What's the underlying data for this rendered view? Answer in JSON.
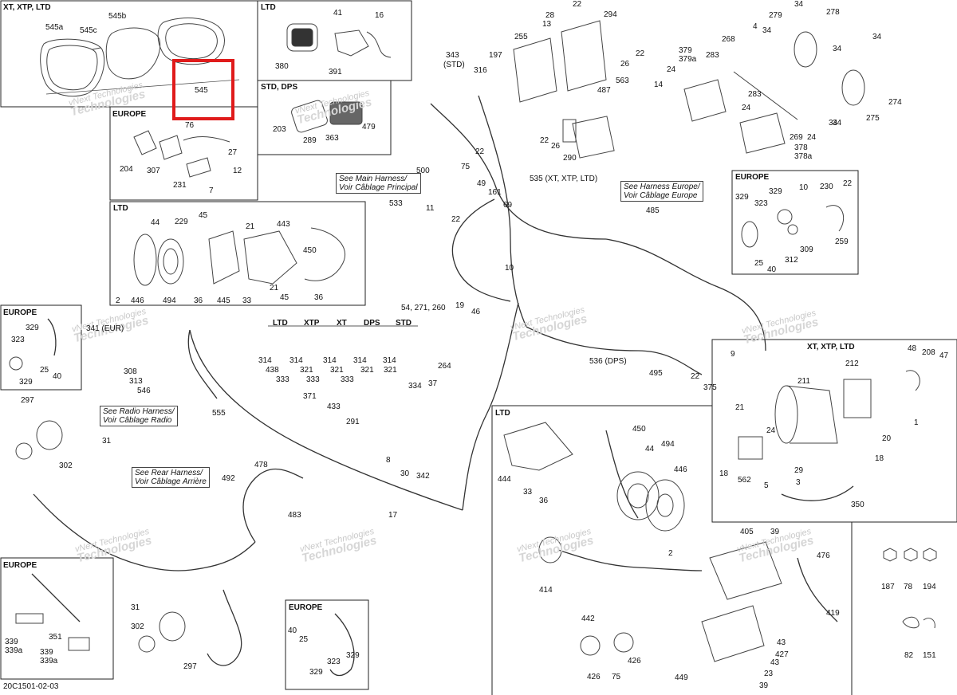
{
  "drawing_code": "20C1501-02-03",
  "highlight_color": "#e01b1b",
  "sections": [
    {
      "id": "xt-xtp-ltd-top",
      "header": "XT, XTP, LTD"
    },
    {
      "id": "ltd-top",
      "header": "LTD"
    },
    {
      "id": "std-dps",
      "header": "STD, DPS"
    },
    {
      "id": "europe-switch",
      "header": "EUROPE"
    },
    {
      "id": "ltd-speaker-left",
      "header": "LTD"
    },
    {
      "id": "europe-left",
      "header": "EUROPE"
    },
    {
      "id": "europe-right",
      "header": "EUROPE"
    },
    {
      "id": "xt-xtp-ltd-winch",
      "header": "XT, XTP, LTD"
    },
    {
      "id": "ltd-bottom",
      "header": "LTD"
    },
    {
      "id": "europe-bottom-left",
      "header": "EUROPE"
    },
    {
      "id": "europe-bottom-mid",
      "header": "EUROPE"
    }
  ],
  "variant_columns": [
    "LTD",
    "XTP",
    "XT",
    "DPS",
    "STD"
  ],
  "notes": [
    {
      "id": "main-harness",
      "lines": [
        "See Main Harness/",
        "Voir Câblage Principal"
      ]
    },
    {
      "id": "harness-europe",
      "lines": [
        "See Harness Europe/",
        "Voir Câblage Europe"
      ]
    },
    {
      "id": "radio-harness",
      "lines": [
        "See Radio Harness/",
        "Voir Câblage Radio"
      ]
    },
    {
      "id": "rear-harness",
      "lines": [
        "See Rear Harness/",
        "Voir Câblage Arrière"
      ]
    }
  ],
  "watermark": {
    "line1": "vNext Technologies",
    "line2": "Technologies"
  },
  "callouts": [
    "545a",
    "545c",
    "545b",
    "545",
    "380",
    "391",
    "41",
    "16",
    "203",
    "289",
    "363",
    "479",
    "204",
    "307",
    "76",
    "27",
    "12",
    "231",
    "7",
    "2",
    "446",
    "494",
    "36",
    "445",
    "33",
    "44",
    "229",
    "45",
    "21",
    "443",
    "450",
    "21",
    "45",
    "36",
    "323",
    "329",
    "25",
    "40",
    "329",
    "341 (EUR)",
    "308",
    "313",
    "546",
    "297",
    "31",
    "302",
    "339",
    "339a",
    "351",
    "339",
    "339a",
    "31",
    "302",
    "297",
    "40",
    "25",
    "323",
    "329",
    "329",
    "555",
    "478",
    "492",
    "483",
    "8",
    "30",
    "342",
    "17",
    "314",
    "438",
    "333",
    "314",
    "321",
    "333",
    "314",
    "321",
    "333",
    "314",
    "321",
    "314",
    "321",
    "371",
    "433",
    "291",
    "334",
    "37",
    "264",
    "343",
    "(STD)",
    "316",
    "22",
    "197",
    "255",
    "22",
    "28",
    "13",
    "294",
    "487",
    "26",
    "22",
    "563",
    "22",
    "26",
    "290",
    "500",
    "75",
    "49",
    "161",
    "69",
    "11",
    "22",
    "533",
    "10",
    "19",
    "46",
    "535 (XT, XTP, LTD)",
    "485",
    "54, 271, 260",
    "536 (DPS)",
    "34",
    "279",
    "278",
    "34",
    "4",
    "34",
    "34",
    "379",
    "379a",
    "283",
    "268",
    "24",
    "14",
    "283",
    "24",
    "269",
    "24",
    "378",
    "378a",
    "34",
    "274",
    "275",
    "34",
    "329",
    "323",
    "25",
    "40",
    "312",
    "309",
    "10",
    "230",
    "22",
    "259",
    "329",
    "495",
    "22",
    "375",
    "9",
    "48",
    "208",
    "47",
    "211",
    "212",
    "21",
    "24",
    "20",
    "18",
    "1",
    "18",
    "562",
    "5",
    "29",
    "3",
    "350",
    "444",
    "33",
    "36",
    "450",
    "44",
    "494",
    "446",
    "2",
    "405",
    "39",
    "476",
    "419",
    "414",
    "442",
    "426",
    "426",
    "75",
    "449",
    "427",
    "43",
    "43",
    "23",
    "39",
    "187",
    "78",
    "194",
    "82",
    "151"
  ]
}
